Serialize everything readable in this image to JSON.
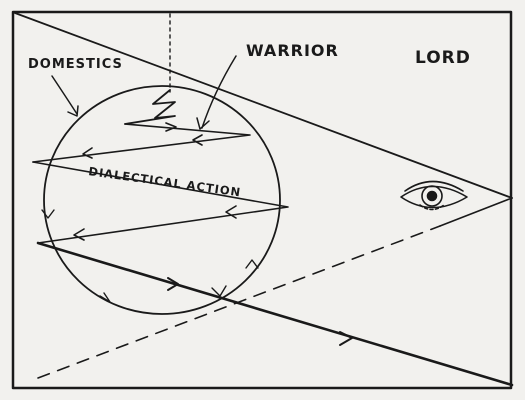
{
  "labels": {
    "domestics": "DOMESTICS",
    "warrior": "WARRIOR",
    "lord": "LORD",
    "dialectical_action": "DIALECTICAL ACTION"
  },
  "icons": [
    "eye-icon"
  ],
  "colors": {
    "ink": "#1a1a1a",
    "paper": "#f2f1ee"
  }
}
